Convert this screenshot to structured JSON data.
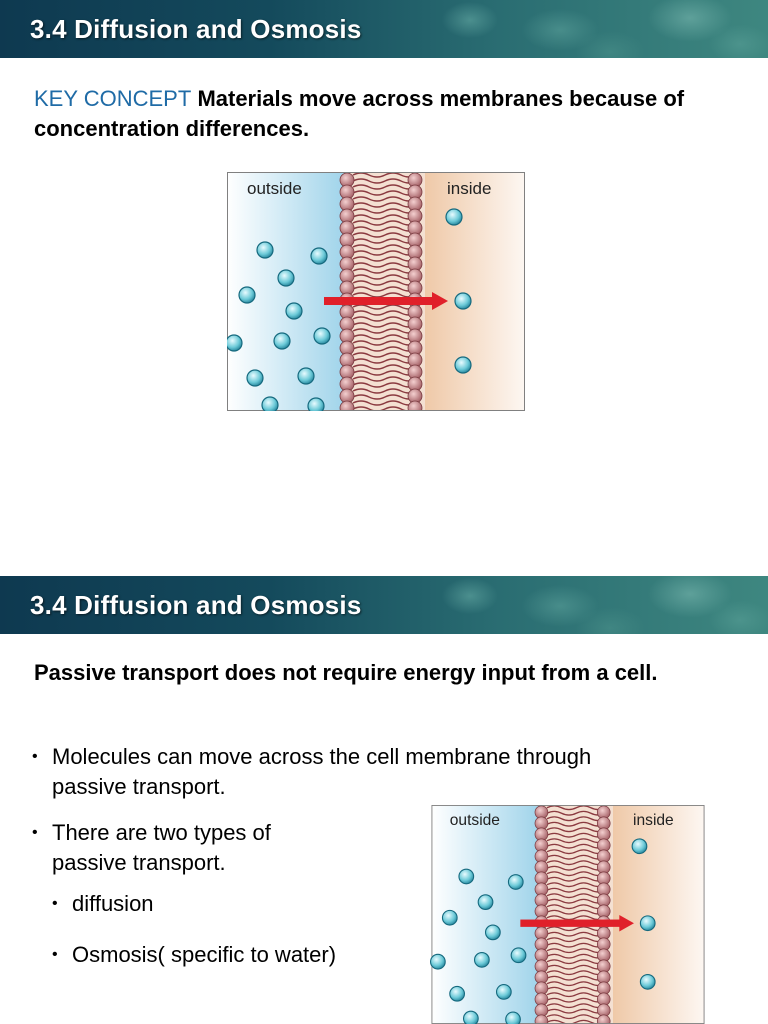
{
  "slide1": {
    "title": "3.4  Diffusion and Osmosis",
    "key_concept_label": "KEY CONCEPT",
    "key_concept_text": "Materials move across membranes because of concentration differences.",
    "diagram": {
      "outside_label": "outside",
      "inside_label": "inside"
    }
  },
  "slide2": {
    "title": "3.4  Diffusion and Osmosis",
    "heading": "Passive transport does not require energy input from a cell.",
    "bullets": [
      "Molecules can move across the cell membrane through passive transport.",
      "There are two types of passive transport."
    ],
    "sub_bullets": [
      "diffusion",
      "Osmosis( specific to water)"
    ],
    "diagram": {
      "outside_label": "outside",
      "inside_label": "inside"
    }
  },
  "colors": {
    "key_concept_blue": "#1f6ba6",
    "arrow_red": "#e0202a",
    "molecule_cyan": "#5fc3d2",
    "membrane_head": "#c8787c"
  }
}
